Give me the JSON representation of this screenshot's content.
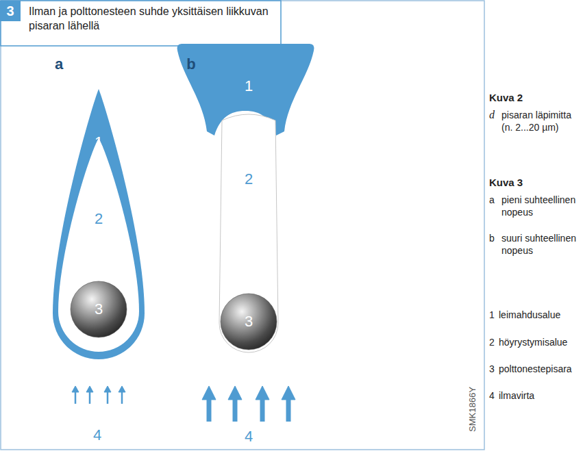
{
  "diagram": {
    "title": "Ilman ja polttonesteen suhde yksittäisen liikkuvan pisaran lähellä",
    "nodes": [
      {
        "text": [
          "1"
        ]
      },
      {
        "text": [
          "2"
        ],
        "in": 0
      },
      {
        "text": [
          "3"
        ],
        "in": 1
      },
      {
        "text": [
          "1"
        ]
      },
      {
        "text": [
          "2"
        ]
      },
      {
        "text": [
          "3"
        ],
        "in": 4
      }
    ],
    "labels": [
      "3",
      "a",
      "b",
      "4",
      "4",
      "SMK1866Y",
      "Kuva 2",
      "d",
      "pisaran läpimitta (n. 2...20 µm)",
      "Kuva 3",
      "a",
      "pieni suhteellinen nopeus",
      "b",
      "suuri suhteellinen nopeus",
      "1",
      "leimahdusalue",
      "2",
      "höyrystymisalue",
      "3",
      "polttonestepisara",
      "4",
      "ilmavirta"
    ]
  }
}
